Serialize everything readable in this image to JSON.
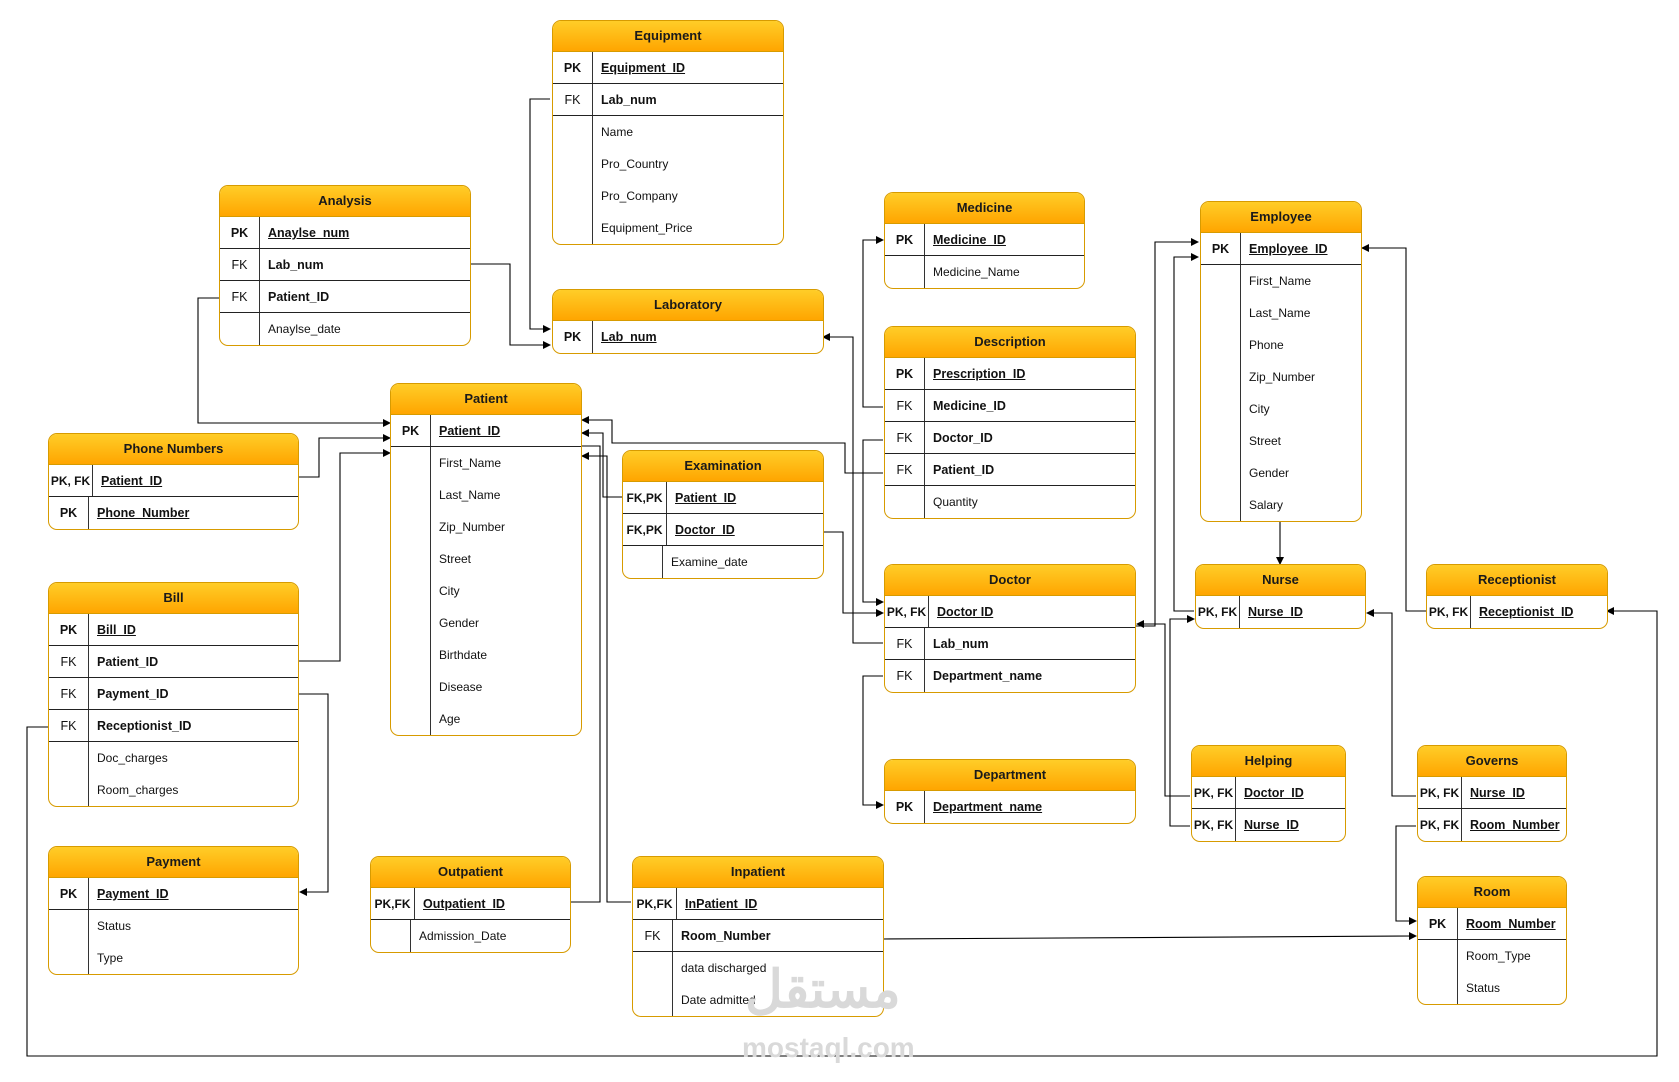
{
  "entities": {
    "equipment": {
      "title": "Equipment",
      "rows": [
        [
          "PK",
          "Equipment_ID"
        ],
        [
          "FK",
          "Lab_num"
        ],
        [
          "",
          "Name"
        ],
        [
          "",
          "Pro_Country"
        ],
        [
          "",
          "Pro_Company"
        ],
        [
          "",
          "Equipment_Price"
        ]
      ]
    },
    "analysis": {
      "title": "Analysis",
      "rows": [
        [
          "PK",
          "Anaylse_num"
        ],
        [
          "FK",
          "Lab_num"
        ],
        [
          "FK",
          "Patient_ID"
        ],
        [
          "",
          "Anaylse_date"
        ]
      ]
    },
    "laboratory": {
      "title": "Laboratory",
      "rows": [
        [
          "PK",
          "Lab_num"
        ]
      ]
    },
    "medicine": {
      "title": "Medicine",
      "rows": [
        [
          "PK",
          "Medicine_ID"
        ],
        [
          "",
          "Medicine_Name"
        ]
      ]
    },
    "description": {
      "title": "Description",
      "rows": [
        [
          "PK",
          "Prescription_ID"
        ],
        [
          "FK",
          "Medicine_ID"
        ],
        [
          "FK",
          "Doctor_ID"
        ],
        [
          "FK",
          "Patient_ID"
        ],
        [
          "",
          "Quantity"
        ]
      ]
    },
    "employee": {
      "title": "Employee",
      "rows": [
        [
          "PK",
          "Employee_ID"
        ],
        [
          "",
          "First_Name"
        ],
        [
          "",
          "Last_Name"
        ],
        [
          "",
          "Phone"
        ],
        [
          "",
          "Zip_Number"
        ],
        [
          "",
          "City"
        ],
        [
          "",
          "Street"
        ],
        [
          "",
          "Gender"
        ],
        [
          "",
          "Salary"
        ]
      ]
    },
    "patient": {
      "title": "Patient",
      "rows": [
        [
          "PK",
          "Patient_ID"
        ],
        [
          "",
          "First_Name"
        ],
        [
          "",
          "Last_Name"
        ],
        [
          "",
          "Zip_Number"
        ],
        [
          "",
          "Street"
        ],
        [
          "",
          "City"
        ],
        [
          "",
          "Gender"
        ],
        [
          "",
          "Birthdate"
        ],
        [
          "",
          "Disease"
        ],
        [
          "",
          "Age"
        ]
      ]
    },
    "phone": {
      "title": "Phone Numbers",
      "rows": [
        [
          "PK, FK",
          "Patient_ID"
        ],
        [
          "PK",
          "Phone_Number"
        ]
      ]
    },
    "examination": {
      "title": "Examination",
      "rows": [
        [
          "FK,PK",
          "Patient_ID"
        ],
        [
          "FK,PK",
          "Doctor_ID"
        ],
        [
          "",
          "Examine_date"
        ]
      ]
    },
    "doctor": {
      "title": "Doctor",
      "rows": [
        [
          "PK, FK",
          "Doctor ID"
        ],
        [
          "FK",
          "Lab_num"
        ],
        [
          "FK",
          "Department_name"
        ]
      ]
    },
    "nurse": {
      "title": "Nurse",
      "rows": [
        [
          "PK, FK",
          "Nurse_ID"
        ]
      ]
    },
    "receptionist": {
      "title": "Receptionist",
      "rows": [
        [
          "PK, FK",
          "Receptionist_ID"
        ]
      ]
    },
    "bill": {
      "title": "Bill",
      "rows": [
        [
          "PK",
          "Bill_ID"
        ],
        [
          "FK",
          "Patient_ID"
        ],
        [
          "FK",
          "Payment_ID"
        ],
        [
          "FK",
          "Receptionist_ID"
        ],
        [
          "",
          "Doc_charges"
        ],
        [
          "",
          "Room_charges"
        ]
      ]
    },
    "department": {
      "title": "Department",
      "rows": [
        [
          "PK",
          "Department_name"
        ]
      ]
    },
    "helping": {
      "title": "Helping",
      "rows": [
        [
          "PK, FK",
          "Doctor_ID"
        ],
        [
          "PK, FK",
          "Nurse_ID"
        ]
      ]
    },
    "governs": {
      "title": "Governs",
      "rows": [
        [
          "PK, FK",
          "Nurse_ID"
        ],
        [
          "PK, FK",
          "Room_Number"
        ]
      ]
    },
    "payment": {
      "title": "Payment",
      "rows": [
        [
          "PK",
          "Payment_ID"
        ],
        [
          "",
          "Status"
        ],
        [
          "",
          "Type"
        ]
      ]
    },
    "outpatient": {
      "title": "Outpatient",
      "rows": [
        [
          "PK,FK",
          "Outpatient_ID"
        ],
        [
          "",
          "Admission_Date"
        ]
      ]
    },
    "inpatient": {
      "title": "Inpatient",
      "rows": [
        [
          "PK,FK",
          "InPatient_ID"
        ],
        [
          "FK",
          "Room_Number"
        ],
        [
          "",
          "data discharged"
        ],
        [
          "",
          "Date admitted"
        ]
      ]
    },
    "room": {
      "title": "Room",
      "rows": [
        [
          "PK",
          "Room_Number"
        ],
        [
          "",
          "Room_Type"
        ],
        [
          "",
          "Status"
        ]
      ]
    }
  },
  "watermark": {
    "arabic": "مستقل",
    "latin": "mostaql.com"
  },
  "colors": {
    "header_top": "#ffcd28",
    "header_bottom": "#ffa500",
    "border": "#d79b00",
    "line": "#000000"
  }
}
